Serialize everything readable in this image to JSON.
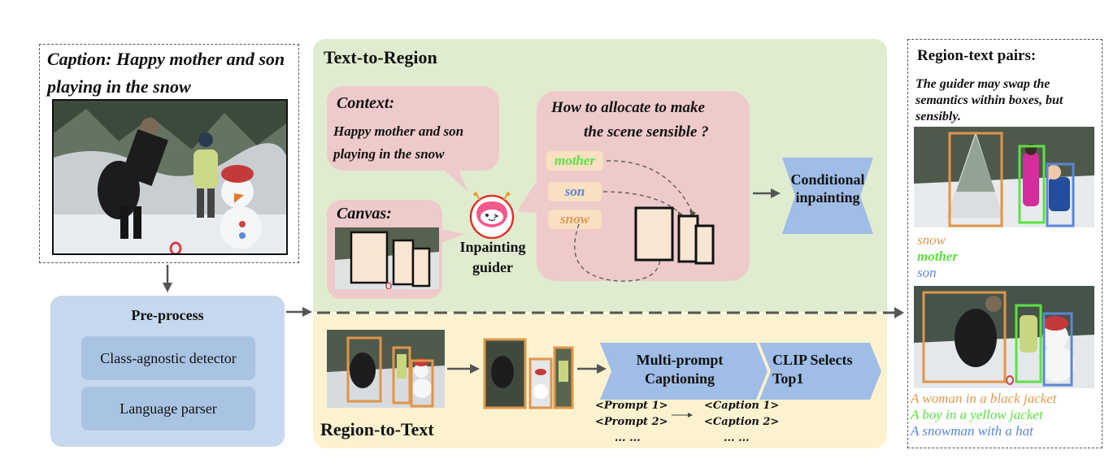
{
  "caption": {
    "text": "Caption: Happy mother and son playing in the snow"
  },
  "preprocess": {
    "title": "Pre-process",
    "items": [
      "Class-agnostic detector",
      "Language parser"
    ]
  },
  "text_to_region": {
    "title": "Text-to-Region",
    "context_label": "Context:",
    "context_text": "Happy mother and son playing in the snow",
    "canvas_label": "Canvas:",
    "question_line1": "How to allocate to make",
    "question_line2": "the scene sensible ?",
    "tags": [
      "mother",
      "son",
      "snow"
    ],
    "guider_label": "Inpainting guider",
    "conditional_label": "Conditional inpainting"
  },
  "region_to_text": {
    "title": "Region-to-Text",
    "captioning_label": "Multi-prompt Captioning",
    "clip_label": "CLIP Selects Top1",
    "prompts": [
      "<Prompt 1>",
      "<Prompt 2>",
      "... ..."
    ],
    "captions": [
      "<Caption 1>",
      "<Caption 2>",
      "... ..."
    ]
  },
  "pairs": {
    "title": "Region-text pairs:",
    "note": "The guider may swap the semantics within boxes, but sensibly.",
    "labels": [
      "snow",
      "mother",
      "son"
    ],
    "captions": [
      "A woman in a black jacket",
      "A boy in a yellow jacket",
      "A snowman with a hat"
    ]
  },
  "colors": {
    "orange": "#e09a50",
    "green": "#5ee045",
    "blue": "#5b86d6",
    "pink": "#eecaca",
    "t2r_bg": "#dfeccf",
    "r2t_bg": "#fcf2d0",
    "pre_bg": "#c6d8ee"
  }
}
